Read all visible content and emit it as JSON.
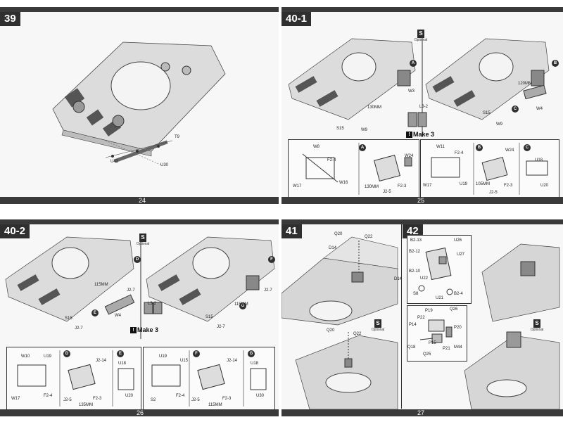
{
  "pages": [
    {
      "number": "24"
    },
    {
      "number": "25"
    },
    {
      "number": "26"
    },
    {
      "number": "27"
    }
  ],
  "steps": {
    "s39": "39",
    "s40_1": "40-1",
    "s40_2": "40-2",
    "s41": "41",
    "s42": "42"
  },
  "optional_text": "Optional",
  "make3": "Make 3",
  "labels": {
    "p24": {
      "t9": "T9",
      "u42": "U42",
      "u30": "U30"
    },
    "p25": {
      "w3": "W3",
      "mm130a": "130MM",
      "s15": "S15",
      "w9": "W9",
      "l3_2": "L3-2",
      "w4": "W4",
      "s15b": "S15",
      "w9b": "W9",
      "mm120": "120MM",
      "w8": "W8",
      "f2_4": "F2-4",
      "w17": "W17",
      "w16": "W16",
      "w24": "W24",
      "mm130b": "130MM",
      "f2_3": "F2-3",
      "j2_5": "J2-5",
      "w11": "W11",
      "f2_4b": "F2-4",
      "w17b": "W17",
      "u19": "U19",
      "w24b": "W24",
      "mm105": "105MM",
      "f2_3b": "F2-3",
      "j2_5b": "J2-5",
      "u18": "U18",
      "u20": "U20"
    },
    "p26": {
      "mm115a": "115MM",
      "j2_7a": "J2-7",
      "s15": "S15",
      "j2_7b": "J2-7",
      "w4": "W4",
      "l3_2": "L3-2",
      "mm115b": "115MM",
      "j2_7c": "J2-7",
      "s15b": "S15",
      "j2_7d": "J2-7",
      "w10": "W10",
      "u19": "U19",
      "w17": "W17",
      "f2_4": "F2-4",
      "j2_14": "J2-14",
      "j2_5": "J2-5",
      "f2_3": "F2-3",
      "mm135": "135MM",
      "u18": "U18",
      "u20": "U20",
      "u19b": "U19",
      "u15": "U15",
      "s2": "S2",
      "f2_4b": "F2-4",
      "j2_14b": "J2-14",
      "j2_5b": "J2-5",
      "f2_3b": "F2-3",
      "mm115c": "115MM",
      "u18b": "U18",
      "u30": "U30"
    },
    "p27": {
      "q20": "Q20",
      "q22": "Q22",
      "d14a": "D14",
      "d14b": "D14",
      "q20b": "Q20",
      "q22b": "Q22",
      "b2_13": "B2-13",
      "u26": "U26",
      "b2_12": "B2-12",
      "u27": "U27",
      "b2_10": "B2-10",
      "u22": "U22",
      "s8": "S8",
      "u21": "U21",
      "b2_4": "B2-4",
      "p19": "P19",
      "q26": "Q26",
      "p22": "P22",
      "p14": "P14",
      "p20": "P20",
      "q18": "Q18",
      "p15": "P15",
      "p21": "P21",
      "q25": "Q25",
      "m44": "M44"
    }
  },
  "circle_marks": {
    "A": "A",
    "B": "B",
    "C": "C",
    "D": "D",
    "E": "E",
    "F": "F",
    "G": "G"
  },
  "colors": {
    "bar": "#3a3a3a",
    "ink": "#222222",
    "paper": "#f7f7f7",
    "hull": "#d6d6d6"
  }
}
